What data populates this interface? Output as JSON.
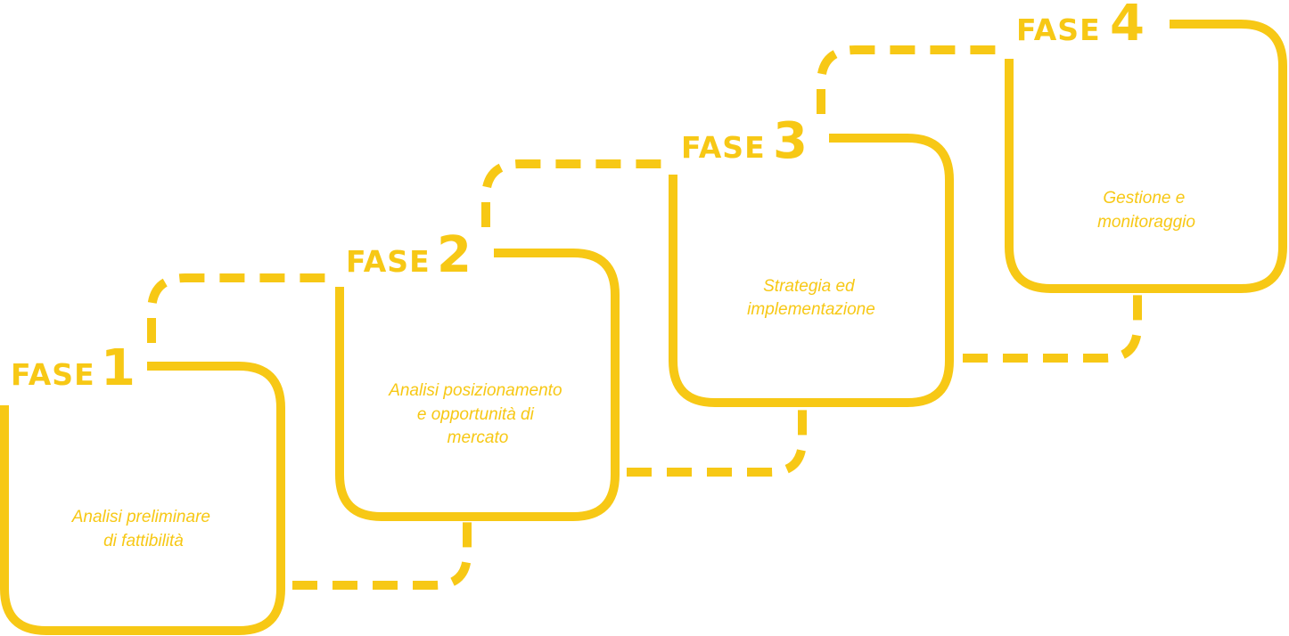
{
  "accent_color": "#f7c815",
  "phases": [
    {
      "word": "FASE",
      "number": "1",
      "description": [
        "Analisi preliminare",
        "di fattibilità"
      ]
    },
    {
      "word": "FASE",
      "number": "2",
      "description": [
        "Analisi posizionamento",
        "e opportunità di",
        "mercato"
      ]
    },
    {
      "word": "FASE",
      "number": "3",
      "description": [
        "Strategia ed",
        "implementazione"
      ]
    },
    {
      "word": "FASE",
      "number": "4",
      "description": [
        "Gestione e",
        "monitoraggio"
      ]
    }
  ]
}
